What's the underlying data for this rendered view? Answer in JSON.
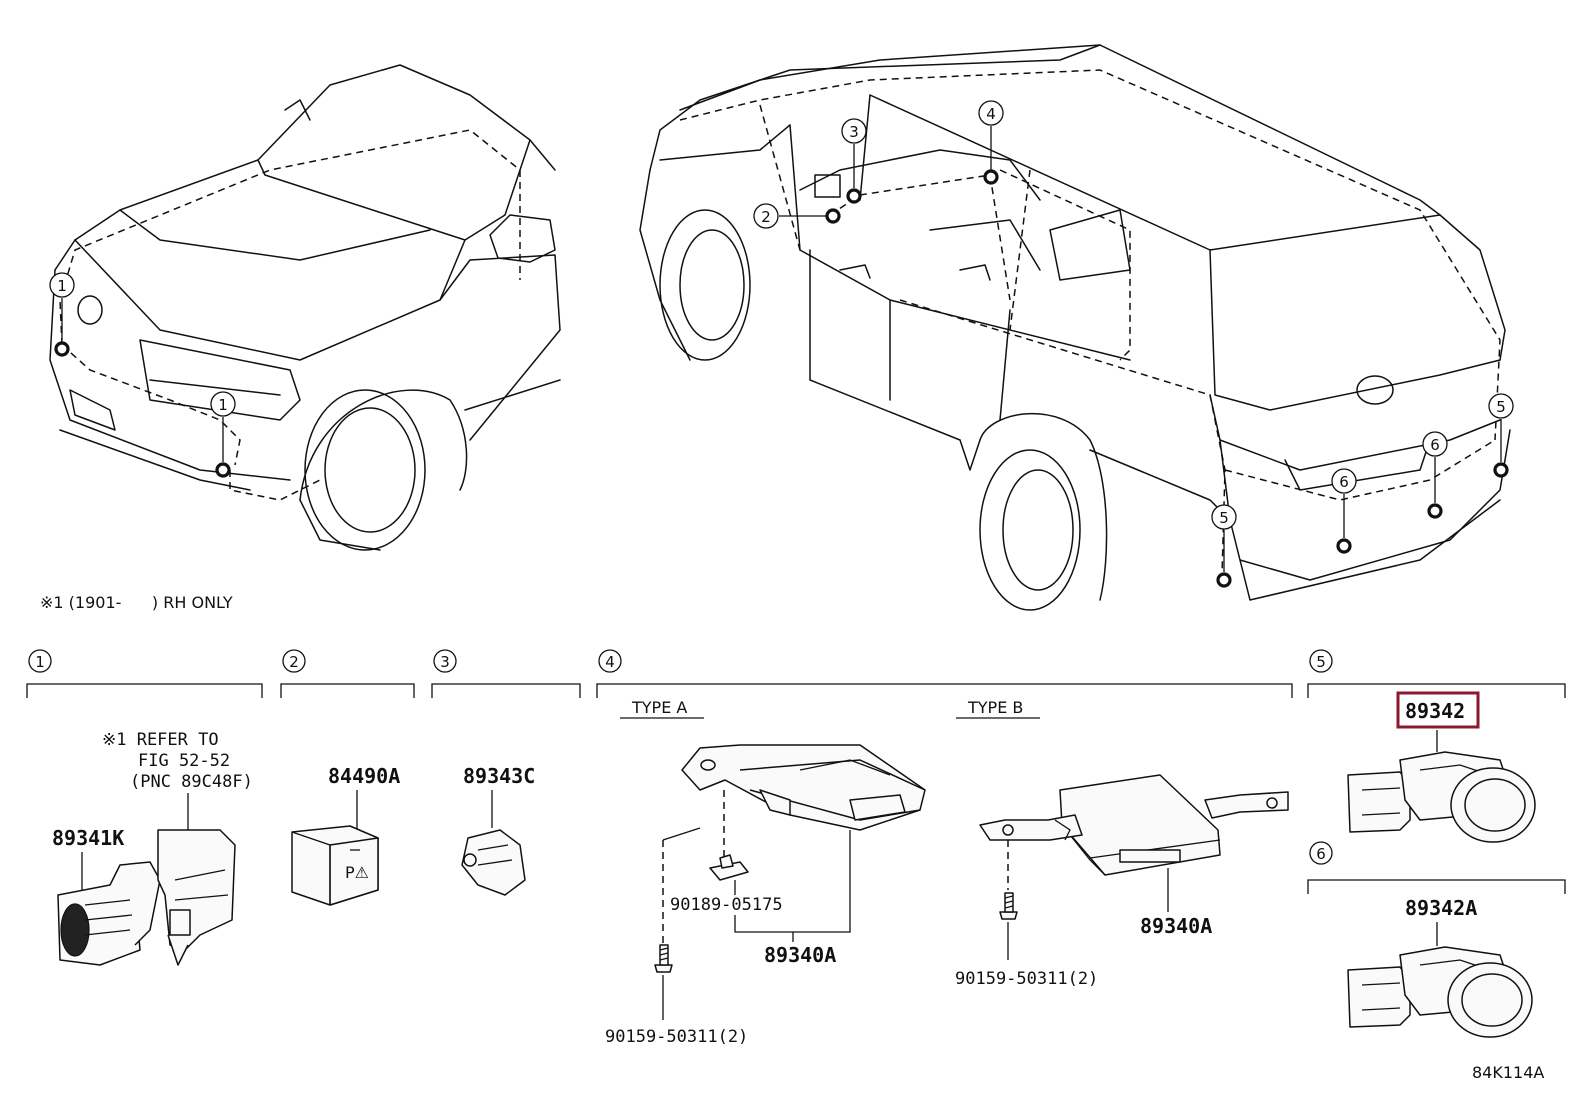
{
  "diagram": {
    "note_rh": "※1 (1901-      ) RH ONLY",
    "figure_code": "84K114A",
    "sections": [
      {
        "num": "1"
      },
      {
        "num": "2"
      },
      {
        "num": "3"
      },
      {
        "num": "4"
      },
      {
        "num": "5"
      },
      {
        "num": "6"
      }
    ],
    "refer_note": {
      "line1": "※1 REFER TO",
      "line2": "FIG 52-52",
      "line3": "(PNC 89C48F)"
    },
    "type_a": "TYPE A",
    "type_b": "TYPE B",
    "parts": {
      "p89341K": "89341K",
      "p84490A": "84490A",
      "p89343C": "89343C",
      "p89340A_a": "89340A",
      "p90189": "90189-05175",
      "p90159_a": "90159-50311(2)",
      "p89340A_b": "89340A",
      "p90159_b": "90159-50311(2)",
      "p89342": "89342",
      "p89342A": "89342A"
    },
    "locators": [
      "1",
      "1",
      "2",
      "3",
      "4",
      "5",
      "5",
      "6",
      "6"
    ],
    "highlight_color": "#8b1a2e"
  }
}
